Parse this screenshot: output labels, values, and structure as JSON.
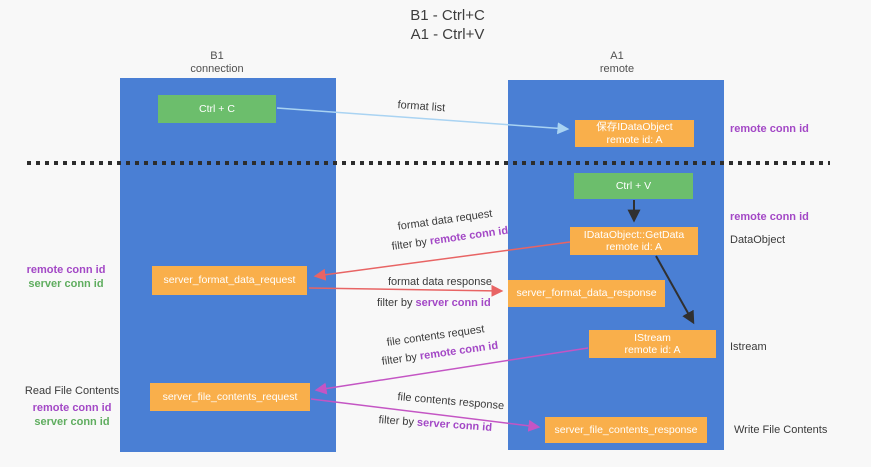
{
  "title": {
    "line1": "B1 - Ctrl+C",
    "line2": "A1 - Ctrl+V"
  },
  "lifelines": {
    "left": {
      "name": "B1",
      "role": "connection"
    },
    "right": {
      "name": "A1",
      "role": "remote"
    }
  },
  "nodes": {
    "ctrl_c": "Ctrl + C",
    "ctrl_v": "Ctrl + V",
    "save_idataobject_line1": "保存IDataObject",
    "save_idataobject_line2": "remote id: A",
    "getdata_line1": "IDataObject::GetData",
    "getdata_line2": "remote id: A",
    "istream_line1": "IStream",
    "istream_line2": "remote id: A",
    "format_request": "server_format_data_request",
    "format_response": "server_format_data_response",
    "file_request": "server_file_contents_request",
    "file_response": "server_file_contents_response"
  },
  "side_labels": {
    "remote_conn_id_top": "remote conn id",
    "remote_conn_id_mid": "remote conn id",
    "dataobject": "DataObject",
    "istream": "Istream",
    "write_file_contents": "Write File Contents",
    "left_remote_conn_id_1": "remote conn id",
    "left_server_conn_id_1": "server conn id",
    "read_file_contents": "Read File Contents",
    "left_remote_conn_id_2": "remote conn id",
    "left_server_conn_id_2": "server conn id"
  },
  "flow_labels": {
    "format_list": "format list",
    "format_data_request": "format data request",
    "format_data_response": "format data response",
    "file_contents_request": "file contents request",
    "file_contents_response": "file contents response",
    "filter_by": "filter by ",
    "remote_conn_id": "remote conn id",
    "server_conn_id": "server conn id"
  },
  "colors": {
    "lifeline_blue": "#4A7FD4",
    "node_orange": "#F9AF4B",
    "node_green": "#6CBE6C",
    "purple_label": "#A348C6",
    "green_label": "#5FAD5F",
    "arrow_red": "#E86464",
    "arrow_magenta": "#C455C4",
    "arrow_blue": "#A9D3F2",
    "arrow_black": "#303030",
    "divider_dash": "#2D2D2D"
  }
}
